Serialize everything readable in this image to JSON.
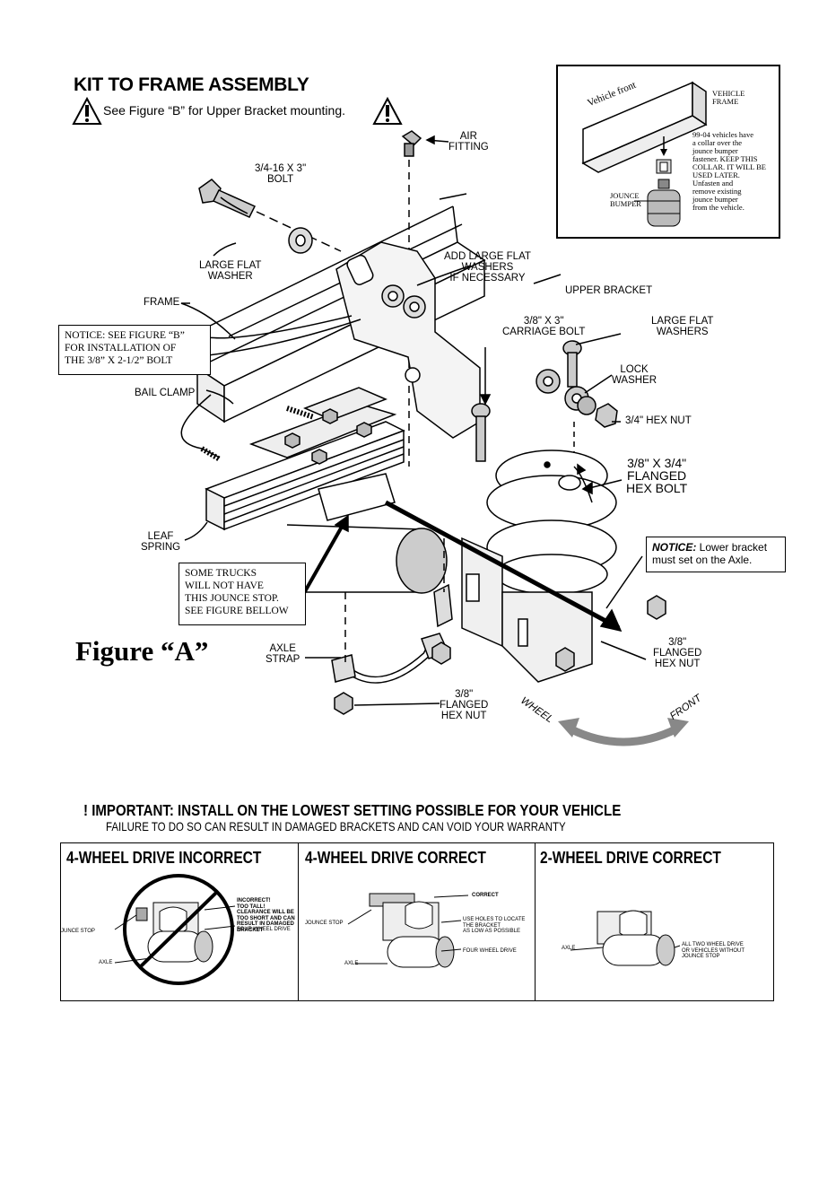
{
  "header": {
    "title": "KIT TO FRAME ASSEMBLY",
    "subtitle": "See Figure “B” for Upper Bracket mounting."
  },
  "inset": {
    "vehicle_front": "Vehicle front",
    "vehicle_frame": "VEHICLE\nFRAME",
    "note": "99-04 vehicles have\na collar over the\njounce bumper\nfastener. KEEP THIS\nCOLLAR. IT WILL BE\nUSED LATER.\nUnfasten and\nremove existing\njounce bumper\nfrom the vehicle.",
    "jounce_bumper": "JOUNCE\nBUMPER"
  },
  "labels": {
    "air_fitting": "AIR\nFITTING",
    "bolt_34": "3/4-16 X 3\"\nBOLT",
    "large_flat_washer": "LARGE FLAT\nWASHER",
    "add_large_flat": "ADD LARGE FLAT\nWASHERS\nIF NECESSARY",
    "upper_bracket": "UPPER BRACKET",
    "frame": "FRAME",
    "carriage_bolt": "3/8\" X 3\"\nCARRIAGE BOLT",
    "large_flat_washers": "LARGE FLAT\nWASHERS",
    "lock_washer": "LOCK\nWASHER",
    "hex_nut_34": "3/4\" HEX NUT",
    "bail_clamp": "BAIL CLAMP",
    "flanged_hex_bolt": "3/8\" X 3/4\"\nFLANGED\nHEX BOLT",
    "leaf_spring": "LEAF\nSPRING",
    "axle_strap": "AXLE\nSTRAP",
    "flanged_hex_nut_right": "3/8\"\nFLANGED\nHEX NUT",
    "flanged_hex_nut_bottom": "3/8\"\nFLANGED\nHEX NUT",
    "wheel": "WHEEL",
    "front": "FRONT"
  },
  "notices": {
    "figure_b": "NOTICE: SEE FIGURE “B”\nFOR INSTALLATION OF\nTHE 3/8” X 2-1/2” BOLT",
    "lower_bracket_bold": "NOTICE:",
    "lower_bracket": " Lower bracket\nmust set on the Axle.",
    "jounce_stop": "SOME TRUCKS\nWILL NOT HAVE\nTHIS JOUNCE STOP.\nSEE FIGURE BELLOW"
  },
  "figure_label": "Figure “A”",
  "important": {
    "headline": "! IMPORTANT: INSTALL ON  THE LOWEST SETTING POSSIBLE FOR YOUR VEHICLE",
    "subline": "FAILURE TO DO SO CAN RESULT IN DAMAGED BRACKETS AND CAN VOID YOUR WARRANTY"
  },
  "panels": [
    {
      "heading": "4-WHEEL DRIVE INCORRECT",
      "labels": {
        "a": "INCORRECT!\nTOO TALL!\nCLEARANCE WILL BE\nTOO SHORT AND CAN\nRESULT IN DAMAGED\nBRACKET",
        "b": "JUNCE STOP",
        "c": "FOUR WHEEL DRIVE",
        "d": "AXLE"
      }
    },
    {
      "heading": "4-WHEEL DRIVE CORRECT",
      "labels": {
        "a": "CORRECT",
        "b": "JOUNCE STOP",
        "c": "USE HOLES TO LOCATE\nTHE BRACKET\nAS LOW AS POSSIBLE",
        "d": "FOUR WHEEL DRIVE",
        "e": "AXLE"
      }
    },
    {
      "heading": "2-WHEEL DRIVE CORRECT",
      "labels": {
        "a": "AXLE",
        "b": "ALL TWO WHEEL DRIVE\nOR VEHICLES WITHOUT\nJOUNCE STOP"
      }
    }
  ],
  "colors": {
    "ink": "#000000",
    "paper": "#ffffff",
    "shade": "#cccccc"
  },
  "icons": [
    "warning-triangle-icon",
    "air-fitting-icon",
    "curved-double-arrow-icon"
  ]
}
